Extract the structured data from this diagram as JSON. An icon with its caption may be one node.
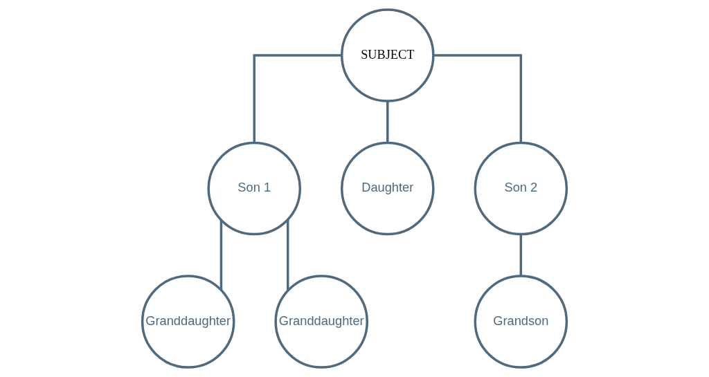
{
  "diagram": {
    "nodes": [
      {
        "text": [
          "SUBJECT"
        ]
      },
      {
        "text": [
          "Son 1"
        ]
      },
      {
        "text": [
          "Daughter"
        ]
      },
      {
        "text": [
          "Son 2"
        ]
      },
      {
        "text": [
          "Granddaughter"
        ]
      },
      {
        "text": [
          "Granddaughter"
        ]
      },
      {
        "text": [
          "Grandson"
        ]
      }
    ],
    "edges": [
      {
        "from": 0,
        "to": 1,
        "arrow": "none"
      },
      {
        "from": 0,
        "to": 2,
        "arrow": "none"
      },
      {
        "from": 0,
        "to": 3,
        "arrow": "none"
      },
      {
        "from": 1,
        "to": 4,
        "arrow": "none"
      },
      {
        "from": 1,
        "to": 5,
        "arrow": "none"
      },
      {
        "from": 3,
        "to": 6,
        "arrow": "none"
      }
    ]
  }
}
